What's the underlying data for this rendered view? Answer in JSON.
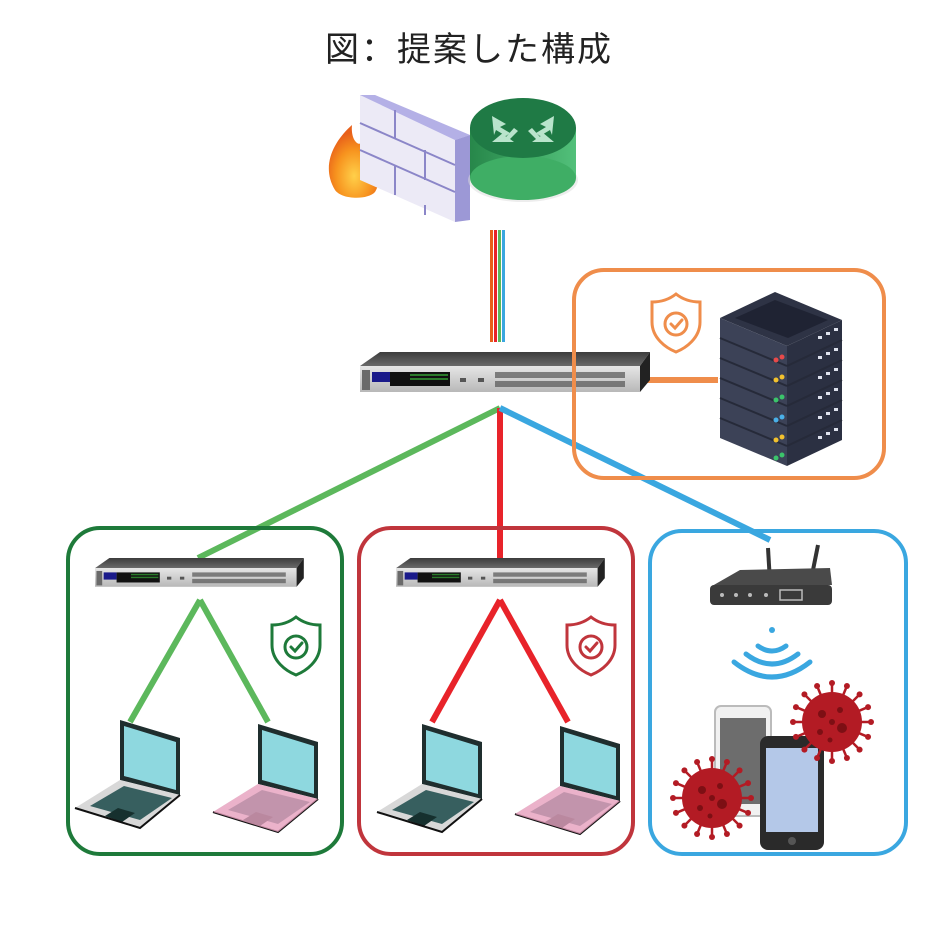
{
  "title": "図：提案した構成",
  "colors": {
    "green_segment": "#1e7a3a",
    "green_link": "#5cb85c",
    "red_segment": "#c0353c",
    "red_link": "#e8232a",
    "blue_segment": "#3aa7e0",
    "blue_link": "#3aa7e0",
    "server_segment": "#ef8d4b",
    "router_green": "#2e9b55",
    "firewall_purple": "#9c98d6"
  },
  "nodes": {
    "firewall": {
      "label": "firewall"
    },
    "router": {
      "label": "router"
    },
    "core_switch": {
      "label": "core-switch"
    },
    "server": {
      "label": "server",
      "zone": "orange",
      "secured": true
    },
    "green_segment": {
      "switch": "switch",
      "laptops": 2,
      "secured": true
    },
    "red_segment": {
      "switch": "switch",
      "laptops": 2,
      "secured": true
    },
    "wifi_segment": {
      "device": "wireless-router",
      "devices": [
        "smartphone",
        "smartphone"
      ],
      "threats": 2
    }
  }
}
